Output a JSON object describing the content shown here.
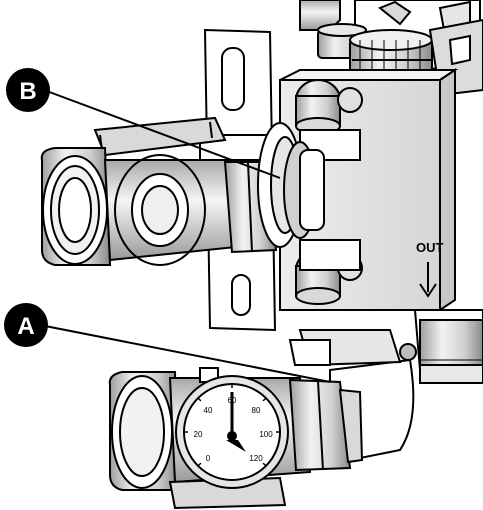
{
  "callouts": [
    {
      "id": "A",
      "label": "A"
    },
    {
      "id": "B",
      "label": "B"
    }
  ],
  "flow_label": "OUT",
  "gauge": {
    "ticks": [
      "0",
      "20",
      "40",
      "60",
      "80",
      "100",
      "120"
    ]
  },
  "colors": {
    "line": "#000000",
    "fill": "#ffffff",
    "shade_light": "#d9d9d9",
    "shade_mid": "#bdbdbd",
    "shade_dark": "#8c8c8c"
  }
}
